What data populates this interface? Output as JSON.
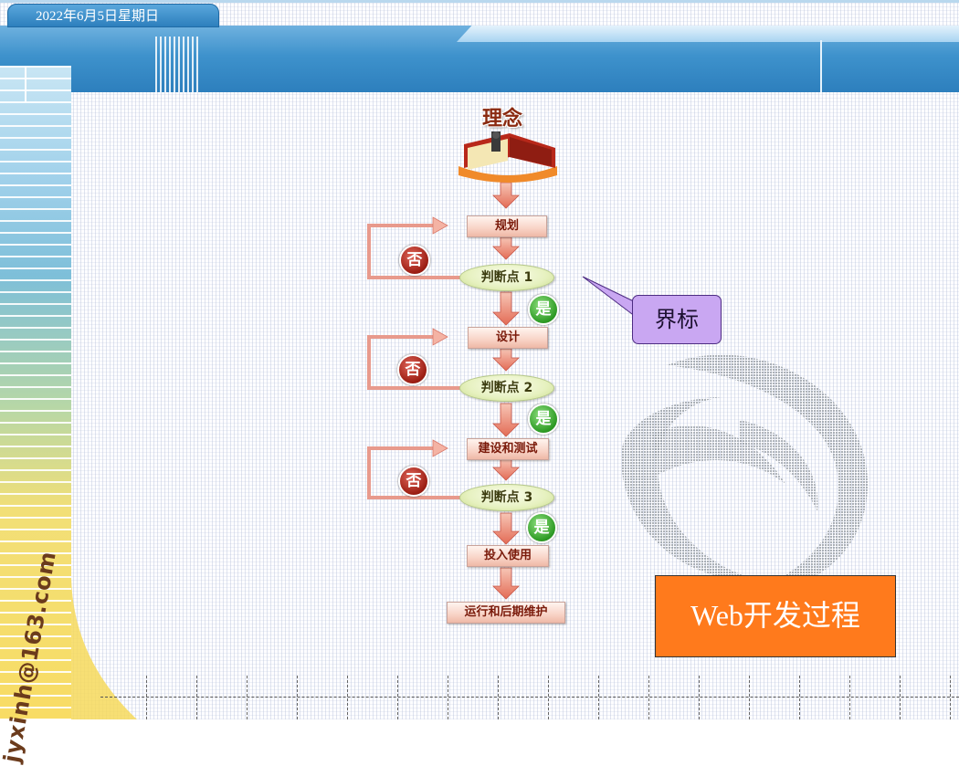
{
  "header": {
    "date": "2022年6月5日星期日"
  },
  "strip": {
    "brand_text": "jyxinh@163.com"
  },
  "flowchart": {
    "concept": "理念",
    "steps": [
      {
        "label": "规划"
      },
      {
        "label": "设计"
      },
      {
        "label": "建设和测试"
      },
      {
        "label": "投入使用"
      },
      {
        "label": "运行和后期维护"
      }
    ],
    "decisions": [
      {
        "label": "判断点 1"
      },
      {
        "label": "判断点 2"
      },
      {
        "label": "判断点 3"
      }
    ],
    "no_label": "否",
    "yes_label": "是"
  },
  "callout": {
    "text": "界标"
  },
  "title_box": {
    "text": "Web开发过程"
  },
  "colors": {
    "header_blue": "#3e92cc",
    "step_fill": "#f8d3c6",
    "decision_fill": "#e6f1bf",
    "no_badge": "#9b1d12",
    "yes_badge": "#2d9a24",
    "callout_fill": "#c9a7f2",
    "title_box_fill": "#ff7a1c"
  }
}
